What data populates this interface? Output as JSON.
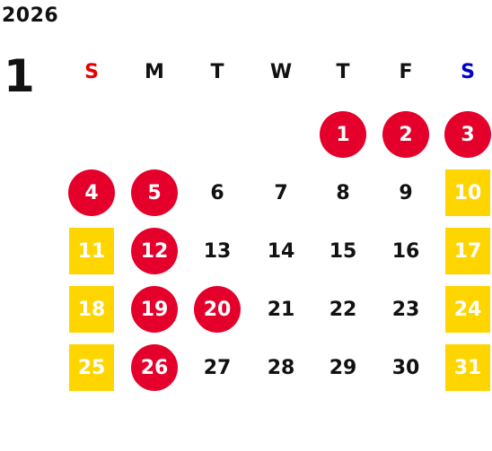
{
  "calendar": {
    "year": "2026",
    "month": "1",
    "weekdays": [
      "S",
      "M",
      "T",
      "W",
      "T",
      "F",
      "S"
    ],
    "weekday_colors": [
      "#e60000",
      "#111111",
      "#111111",
      "#111111",
      "#111111",
      "#111111",
      "#0000cc"
    ],
    "first_weekday_index": 4,
    "days_in_month": 31,
    "holidays": [
      1,
      2,
      3,
      4,
      5,
      12,
      19,
      20,
      26
    ],
    "holiday_color": "#e4002b",
    "weekend_highlight_color": "#ffd500"
  }
}
